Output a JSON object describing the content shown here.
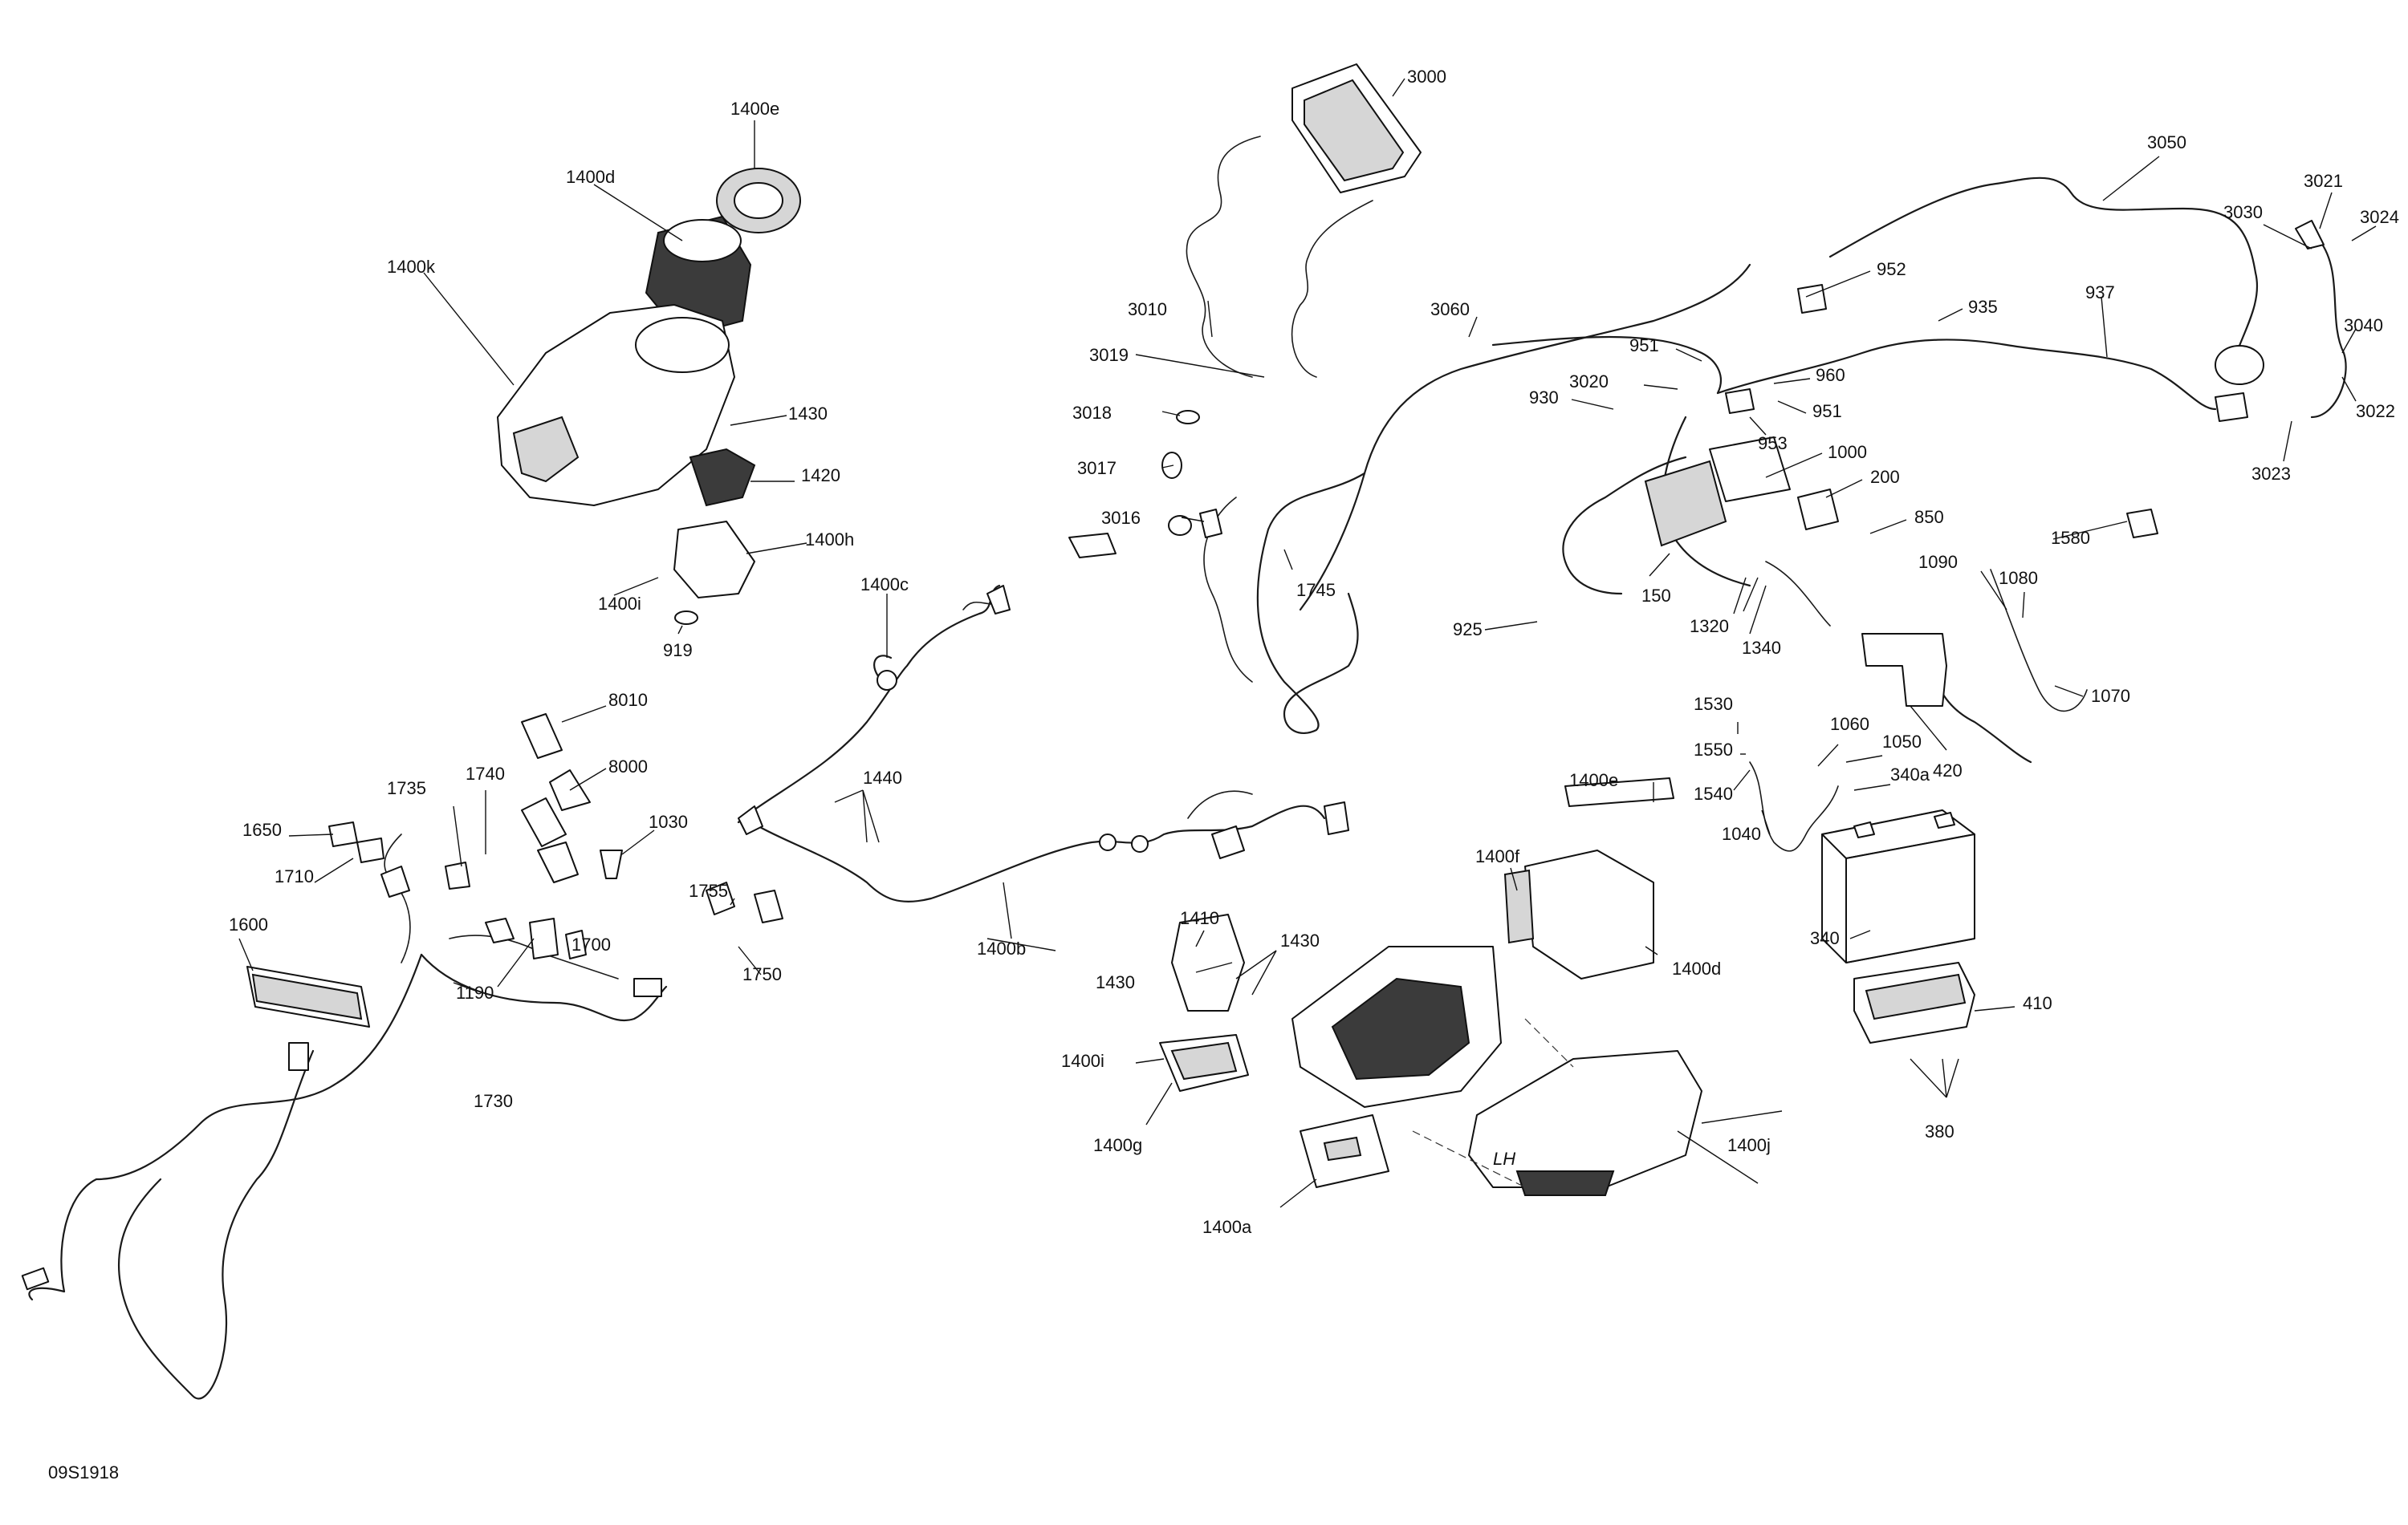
{
  "figure_code": "09S1918",
  "callouts": {
    "p3000": "3000",
    "p3050": "3050",
    "p3021": "3021",
    "p3024": "3024",
    "p3030": "3030",
    "p3040": "3040",
    "p3022": "3022",
    "p3023": "3023",
    "p3010": "3010",
    "p3060": "3060",
    "p3019": "3019",
    "p3018": "3018",
    "p3017": "3017",
    "p3016": "3016",
    "p1745": "1745",
    "p952": "952",
    "p935": "935",
    "p937": "937",
    "p951a": "951",
    "p951b": "951",
    "p960": "960",
    "p3020": "3020",
    "p953": "953",
    "p930": "930",
    "p1000": "1000",
    "p200": "200",
    "p850": "850",
    "p1580": "1580",
    "p150": "150",
    "p925": "925",
    "p1320": "1320",
    "p1340": "1340",
    "p1090": "1090",
    "p1080": "1080",
    "p1070": "1070",
    "p420": "420",
    "p1530": "1530",
    "p1550": "1550",
    "p1540": "1540",
    "p1060": "1060",
    "p1050": "1050",
    "p340a": "340a",
    "p1040": "1040",
    "p340": "340",
    "p410": "410",
    "p380": "380",
    "p1400e_top": "1400e",
    "p1400d_top": "1400d",
    "p1400k": "1400k",
    "p1430_top": "1430",
    "p1420": "1420",
    "p1400h": "1400h",
    "p1400i_top": "1400i",
    "p919": "919",
    "p1400c": "1400c",
    "p8010": "8010",
    "p8000": "8000",
    "p1740": "1740",
    "p1735": "1735",
    "p1650": "1650",
    "p1710": "1710",
    "p1030": "1030",
    "p1440": "1440",
    "p1600": "1600",
    "p1755": "1755",
    "p1700": "1700",
    "p1190": "1190",
    "p1750": "1750",
    "p1400b": "1400b",
    "p1730": "1730",
    "p1400e_bot": "1400e",
    "p1400f": "1400f",
    "p1410": "1410",
    "p1430_mid_a": "1430",
    "p1430_mid_b": "1430",
    "p1400d_bot": "1400d",
    "p1400i_bot": "1400i",
    "p1400g": "1400g",
    "p1400j": "1400j",
    "p1400a": "1400a"
  },
  "stamp_text": "LH"
}
